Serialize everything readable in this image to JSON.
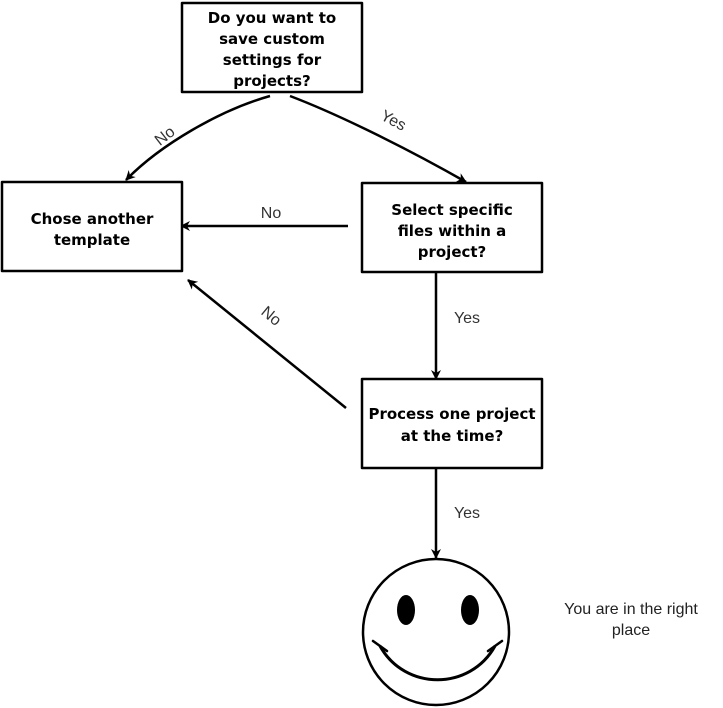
{
  "nodes": {
    "question_save_settings": {
      "lines": [
        "Do you want to",
        "save custom",
        "settings for",
        "projects?"
      ]
    },
    "result_other_template": {
      "lines": [
        "Chose another",
        "template"
      ]
    },
    "question_select_files": {
      "lines": [
        "Select specific",
        "files within a",
        "project?"
      ]
    },
    "question_one_project": {
      "lines": [
        "Process one project",
        "at the time?"
      ]
    },
    "result_smiley": {
      "icon": "smiley-face-icon"
    }
  },
  "edges": {
    "save_to_template": "No",
    "save_to_select": "Yes",
    "select_to_template": "No",
    "select_to_process": "Yes",
    "process_to_template": "No",
    "process_to_smiley": "Yes"
  },
  "note": {
    "lines": [
      "You are in the right",
      "place"
    ]
  },
  "colors": {
    "stroke": "#000000",
    "edge_label": "#333333",
    "background": "#ffffff"
  }
}
